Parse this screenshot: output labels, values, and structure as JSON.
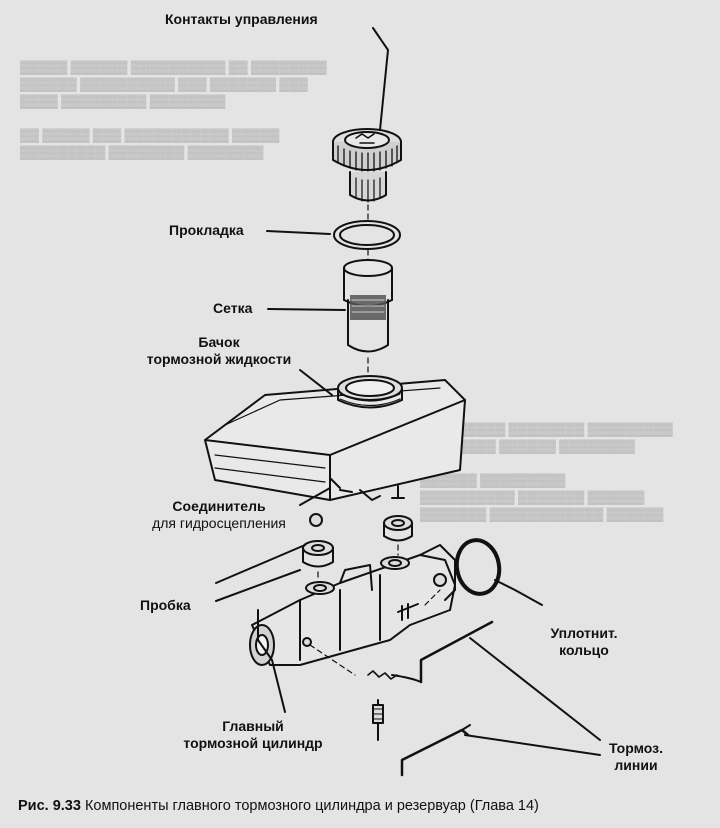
{
  "labels": {
    "control_contacts": "Контакты управления",
    "gasket": "Прокладка",
    "screen": "Сетка",
    "reservoir_line1": "Бачок",
    "reservoir_line2": "тормозной жидкости",
    "connector_line1": "Соединитель",
    "connector_line2": "для гидросцепления",
    "plug": "Пробка",
    "seal_line1": "Уплотнит.",
    "seal_line2": "кольцо",
    "master_line1": "Главный",
    "master_line2": "тормозной цилиндр",
    "lines_line1": "Тормоз.",
    "lines_line2": "линии"
  },
  "caption": {
    "number": "Рис. 9.33",
    "text": "Компоненты главного тормозного цилиндра и резервуар (Глава 14)"
  },
  "colors": {
    "ink": "#111111",
    "paper": "#e4e4e4",
    "ghost_text": "#bdbdbd"
  }
}
